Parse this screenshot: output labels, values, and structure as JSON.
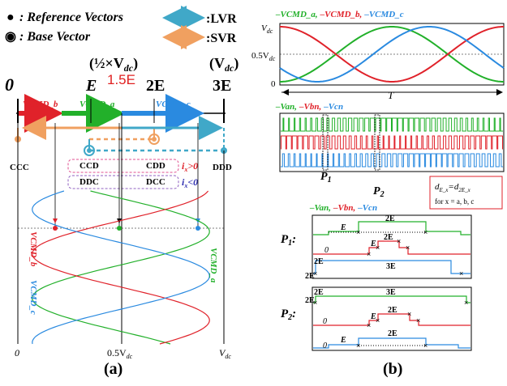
{
  "legend": {
    "ref_dot": "●",
    "ref_label": ": Reference Vectors",
    "base_dot": "◉",
    "base_label": ": Base Vector",
    "lvr_label": ":LVR",
    "svr_label": ":SVR"
  },
  "panel_a": {
    "half_vdc": "(½×V",
    "half_vdc_sub": "dc",
    "half_vdc_close": ")",
    "vdc_open": "(V",
    "vdc_sub": "dc",
    "vdc_close": ")",
    "level_0": "0",
    "level_E": "E",
    "level_15E": "1.5E",
    "level_2E": "2E",
    "level_3E": "3E",
    "vcmd_b": "VCMD_b",
    "vcmd_a": "VCMD_a",
    "vcmd_c": "VCMD_c",
    "states": {
      "ccc": "CCC",
      "ccd": "CCD",
      "cdd": "CDD",
      "ddd": "DDD",
      "ddc": "DDC",
      "dcc": "DCC"
    },
    "ix_pos": "i",
    "ix_pos_tail": ">0",
    "ix_neg": "i",
    "ix_neg_tail": "<0",
    "ix_sub": "x",
    "curve_b": "VCMD_b",
    "curve_c": "VCMD_c",
    "curve_a": "VCMD_a",
    "x_0": "0",
    "x_half": "0.5V",
    "x_half_sub": "dc",
    "x_vdc": "V",
    "x_vdc_sub": "dc",
    "caption": "(a)"
  },
  "panel_b": {
    "plot1_legend": [
      "–VCMD_a,",
      "–VCMD_b,",
      "–VCMD_c"
    ],
    "plot1_y_vdc": "V",
    "plot1_y_vdc_sub": "dc",
    "plot1_y_half": "0.5V",
    "plot1_y_half_sub": "dc",
    "plot1_y_0": "0",
    "plot1_period": "T",
    "plot2_legend": [
      "–Van,",
      "–Vbn,",
      "–Vcn"
    ],
    "p1": "P",
    "p1_sub": "1",
    "p2": "P",
    "p2_sub": "2",
    "eq_line1": "d",
    "eq_line1_sub1": "E_x",
    "eq_line1_mid": "=d",
    "eq_line1_sub2": "2E_x",
    "eq_line2": "for x = a, b, c",
    "plot3_legend": [
      "–Van,",
      "–Vbn,",
      "–Vcn"
    ],
    "p1_label": "P",
    "p1_label_sub": "1",
    "p1_label_colon": ":",
    "p2_label": "P",
    "p2_label_sub": "2",
    "p2_label_colon": ":",
    "zoom_E": "E",
    "zoom_2E": "2E",
    "zoom_3E": "3E",
    "zoom_0": "0",
    "caption": "(b)"
  },
  "colors": {
    "green": "#22b02a",
    "red": "#e0222a",
    "blue": "#2a8ae0",
    "orange": "#f0a060",
    "teal": "#40a8c8",
    "title_red": "#e02020",
    "pink_box": "#e05090",
    "purple_box": "#9060c0",
    "axis": "#000000"
  }
}
